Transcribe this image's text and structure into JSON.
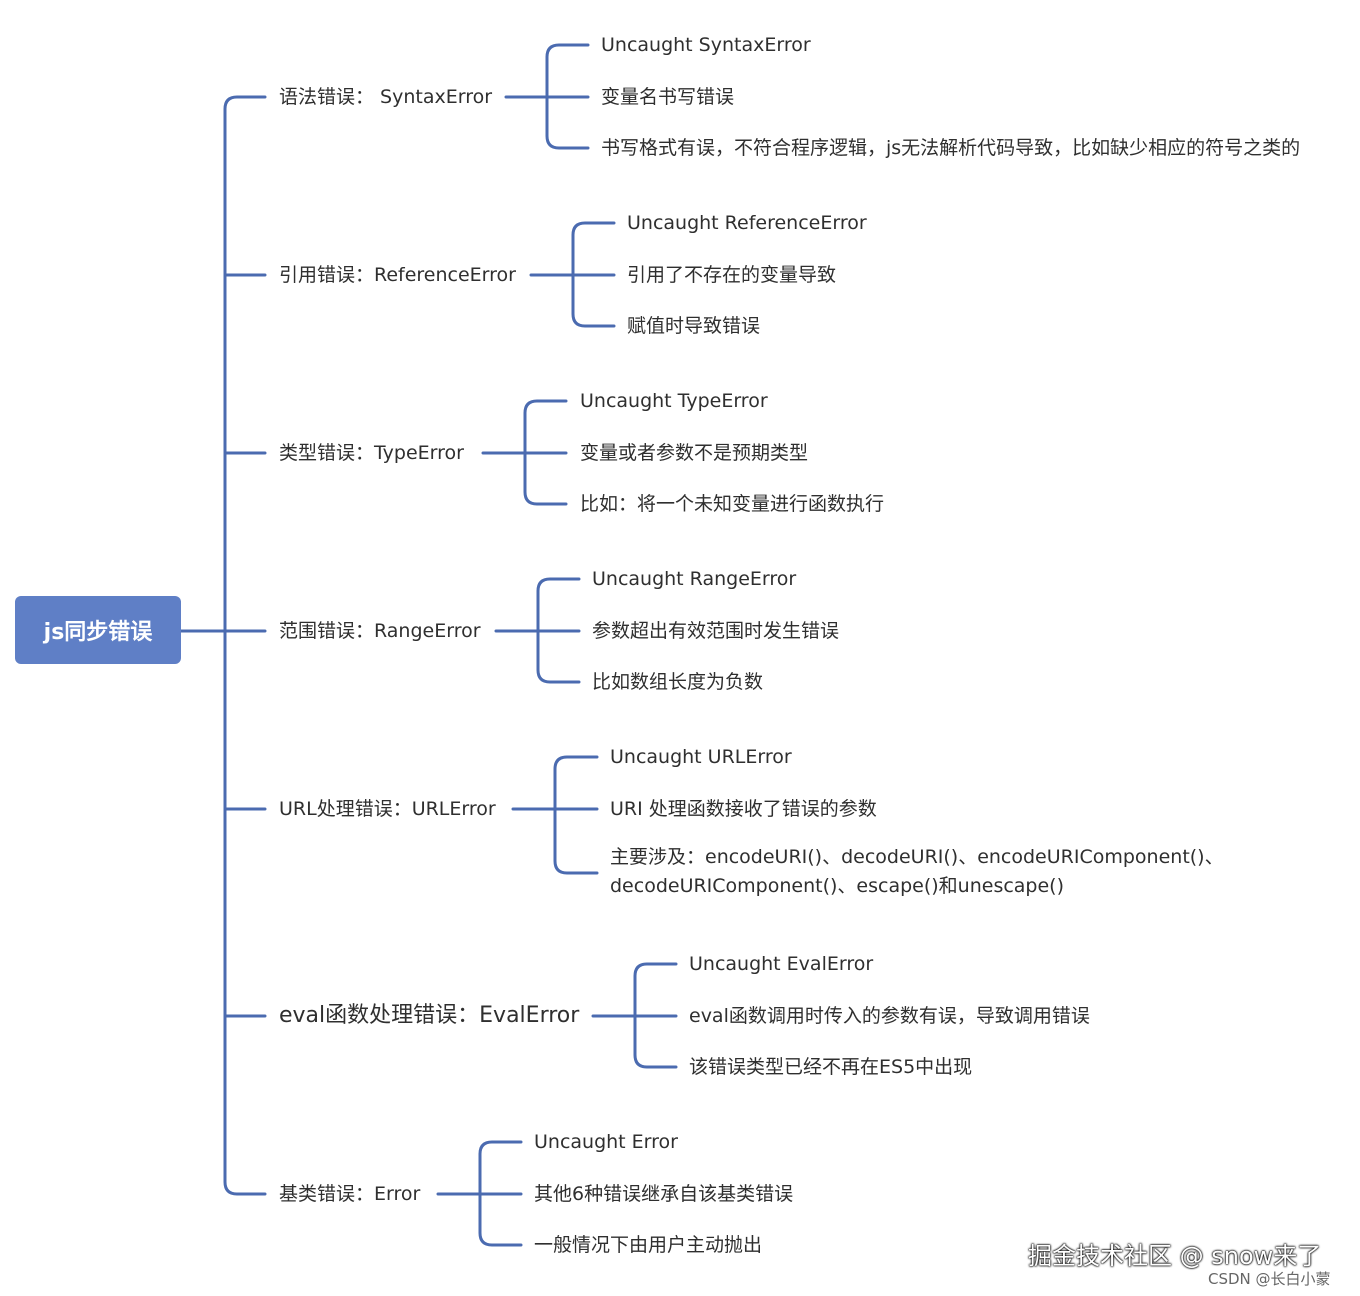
{
  "root": {
    "label": "js同步错误"
  },
  "categories": [
    {
      "label": "语法错误： SyntaxError",
      "leaves": [
        "Uncaught SyntaxError",
        "变量名书写错误",
        "书写格式有误，不符合程序逻辑，js无法解析代码导致，比如缺少相应的符号之类的"
      ]
    },
    {
      "label": "引用错误：ReferenceError",
      "leaves": [
        "Uncaught ReferenceError",
        "引用了不存在的变量导致",
        "赋值时导致错误"
      ]
    },
    {
      "label": "类型错误：TypeError",
      "leaves": [
        "Uncaught TypeError",
        "变量或者参数不是预期类型",
        "比如：将一个未知变量进行函数执行"
      ]
    },
    {
      "label": "范围错误：RangeError",
      "leaves": [
        "Uncaught  RangeError",
        "参数超出有效范围时发生错误",
        "比如数组长度为负数"
      ]
    },
    {
      "label": "URL处理错误：URLError",
      "leaves": [
        "Uncaught  URLError",
        "URI 处理函数接收了错误的参数",
        "主要涉及：encodeURI()、decodeURI()、encodeURIComponent()、decodeURIComponent()、escape()和unescape()"
      ]
    },
    {
      "label": "eval函数处理错误：EvalError",
      "leaves": [
        "Uncaught  EvalError",
        "eval函数调用时传入的参数有误，导致调用错误",
        "该错误类型已经不再在ES5中出现"
      ]
    },
    {
      "label": "基类错误：Error",
      "leaves": [
        "Uncaught  Error",
        "其他6种错误继承自该基类错误",
        "一般情况下由用户主动抛出"
      ]
    }
  ],
  "watermark": "掘金技术社区 @ snow来了",
  "credit": "CSDN @长白小蒙",
  "colors": {
    "line": "#4b6bb0",
    "root_fill": "#5f7fc6",
    "text": "#2f2f2f"
  }
}
